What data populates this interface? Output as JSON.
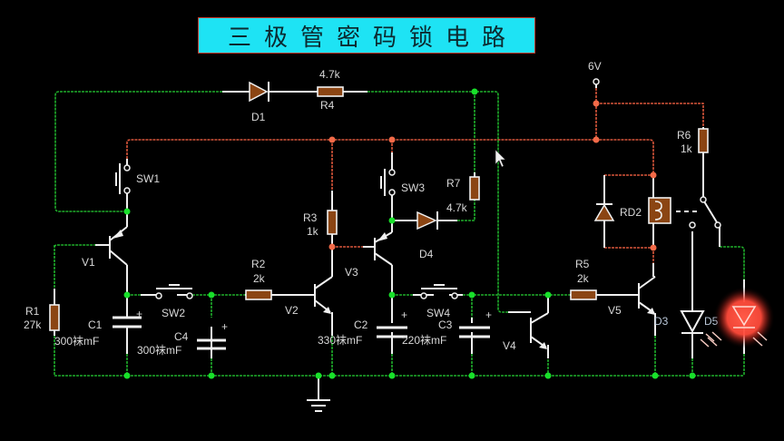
{
  "title": "三极管密码锁电路",
  "supply": {
    "label": "6V"
  },
  "components": {
    "D1": {
      "name": "D1"
    },
    "R4": {
      "name": "R4",
      "value": "4.7k"
    },
    "SW1": {
      "name": "SW1"
    },
    "V1": {
      "name": "V1"
    },
    "R1": {
      "name": "R1",
      "value": "27k"
    },
    "C1": {
      "name": "C1",
      "value": "300袜mF"
    },
    "SW2": {
      "name": "SW2"
    },
    "C4": {
      "name": "C4",
      "value": "300袜mF"
    },
    "R2": {
      "name": "R2",
      "value": "2k"
    },
    "V2": {
      "name": "V2"
    },
    "R3": {
      "name": "R3",
      "value": "1k"
    },
    "V3": {
      "name": "V3"
    },
    "SW3": {
      "name": "SW3"
    },
    "D4": {
      "name": "D4"
    },
    "R7": {
      "name": "R7",
      "value": "4.7k"
    },
    "C2": {
      "name": "C2",
      "value": "330袜mF"
    },
    "SW4": {
      "name": "SW4"
    },
    "C3": {
      "name": "C3",
      "value": "220袜mF"
    },
    "V4": {
      "name": "V4"
    },
    "R5": {
      "name": "R5",
      "value": "2k"
    },
    "V5": {
      "name": "V5"
    },
    "RD2": {
      "name": "RD2"
    },
    "R6": {
      "name": "R6",
      "value": "1k"
    },
    "D3": {
      "name": "D3"
    },
    "D5": {
      "name": "D5"
    }
  },
  "capacitor_polarity_mark": "+",
  "colors": {
    "background": "#000000",
    "title_bg": "#1ee3f4",
    "wire_ground_net": "#1fae2a",
    "wire_supply_net": "#d8553a",
    "component_fill": "#8b4513",
    "led_glow": "#ff4a3a"
  }
}
